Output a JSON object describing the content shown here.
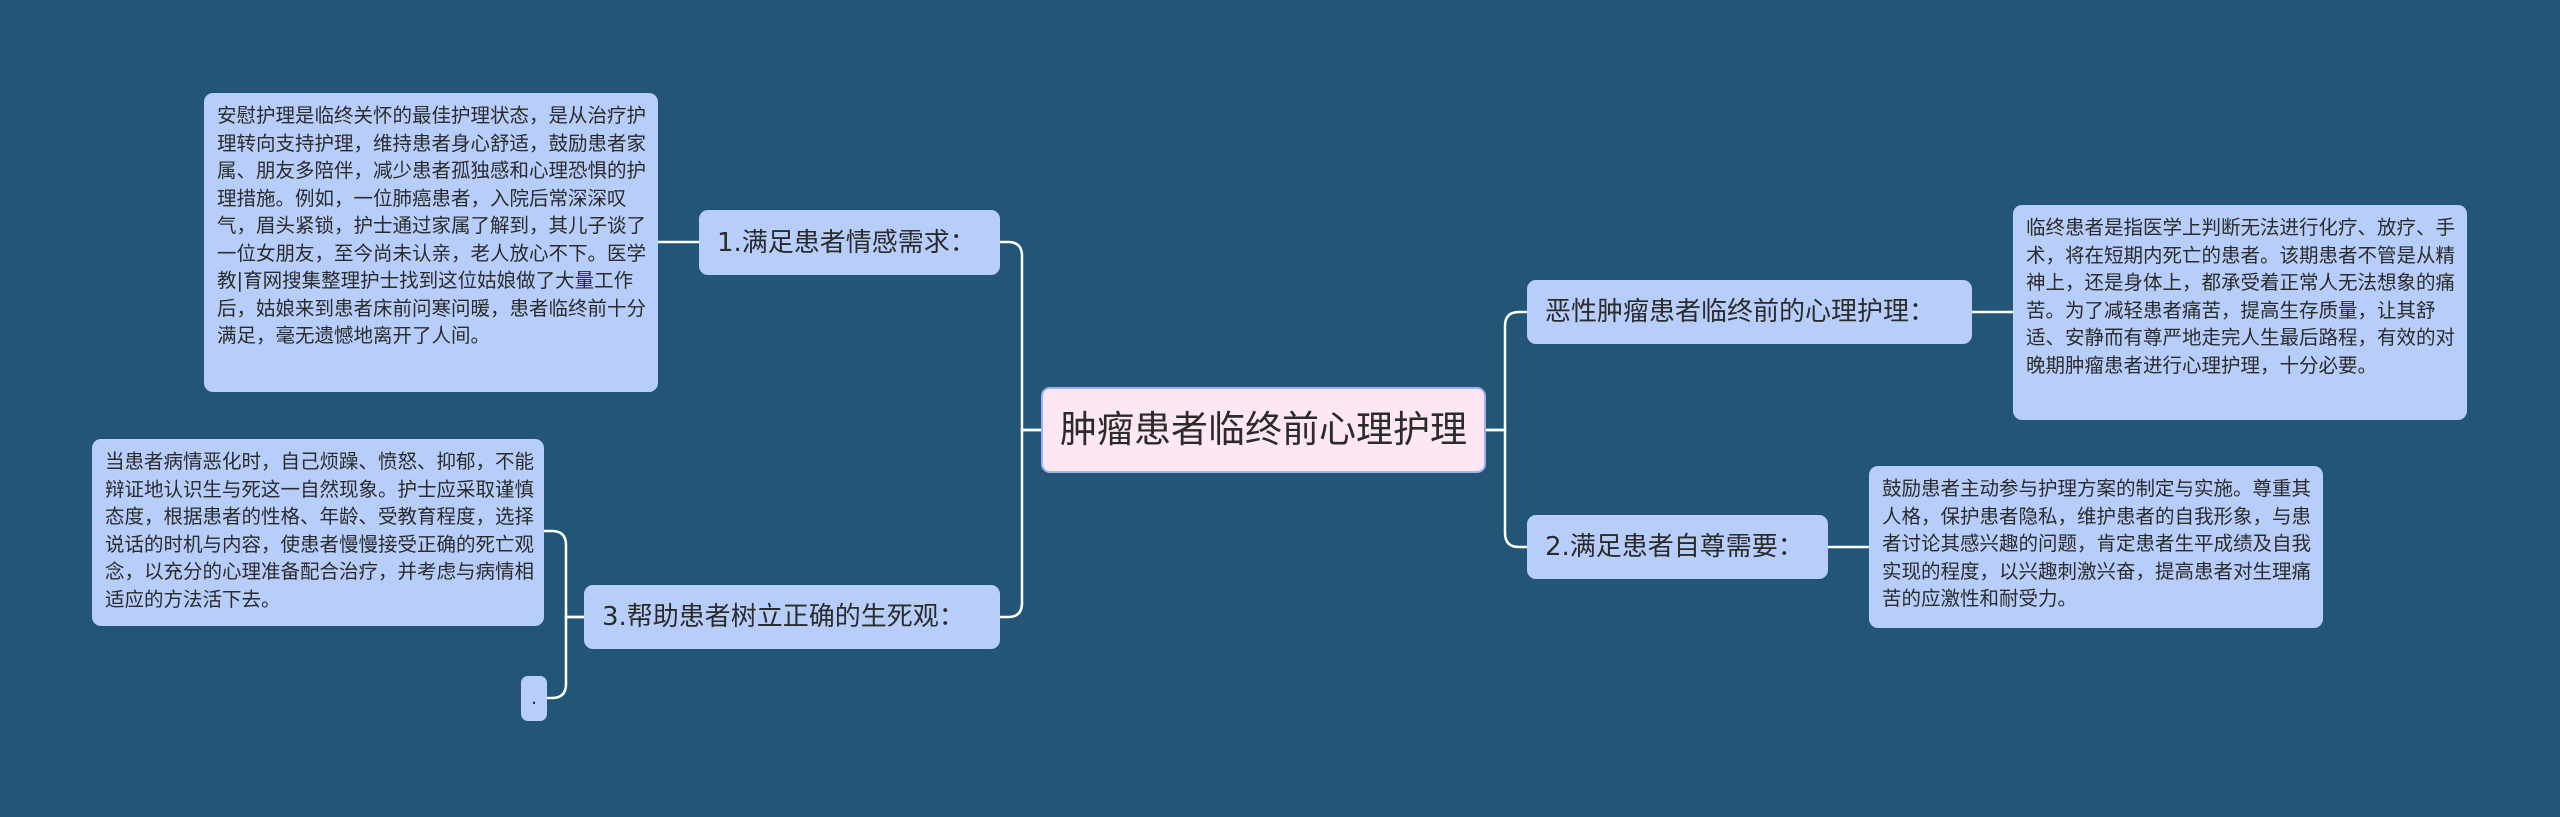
{
  "root": {
    "title": "肿瘤患者临终前心理护理"
  },
  "branches": [
    {
      "label": "1.满足患者情感需求：",
      "detail": "安慰护理是临终关怀的最佳护理状态，是从治疗护理转向支持护理，维持患者身心舒适，鼓励患者家属、朋友多陪伴，减少患者孤独感和心理恐惧的护理措施。例如，一位肺癌患者，入院后常深深叹气，眉头紧锁，护士通过家属了解到，其儿子谈了一位女朋友，至今尚未认亲，老人放心不下。医学教|育网搜集整理护士找到这位姑娘做了大量工作后，姑娘来到患者床前问寒问暖，患者临终前十分满足，毫无遗憾地离开了人间。"
    },
    {
      "label": "3.帮助患者树立正确的生死观：",
      "detail": "当患者病情恶化时，自己烦躁、愤怒、抑郁，不能辩证地认识生与死这一自然现象。护士应采取谨慎态度，根据患者的性格、年龄、受教育程度，选择说话的时机与内容，使患者慢慢接受正确的死亡观念，以充分的心理准备配合治疗，并考虑与病情相适应的方法活下去。",
      "extra": "."
    },
    {
      "label": "恶性肿瘤患者临终前的心理护理：",
      "detail": "临终患者是指医学上判断无法进行化疗、放疗、手术，将在短期内死亡的患者。该期患者不管是从精神上，还是身体上，都承受着正常人无法想象的痛苦。为了减轻患者痛苦，提高生存质量，让其舒适、安静而有尊严地走完人生最后路程，有效的对晚期肿瘤患者进行心理护理，十分必要。"
    },
    {
      "label": "2.满足患者自尊需要：",
      "detail": "鼓励患者主动参与护理方案的制定与实施。尊重其人格，保护患者隐私，维护患者的自我形象，与患者讨论其感兴趣的问题，肯定患者生平成绩及自我实现的程度，以兴趣刺激兴奋，提高患者对生理痛苦的应激性和耐受力。"
    }
  ],
  "colors": {
    "background": "#235676",
    "root_fill": "#fde7f3",
    "node_fill": "#b8cefa",
    "connector": "#ffffff"
  }
}
